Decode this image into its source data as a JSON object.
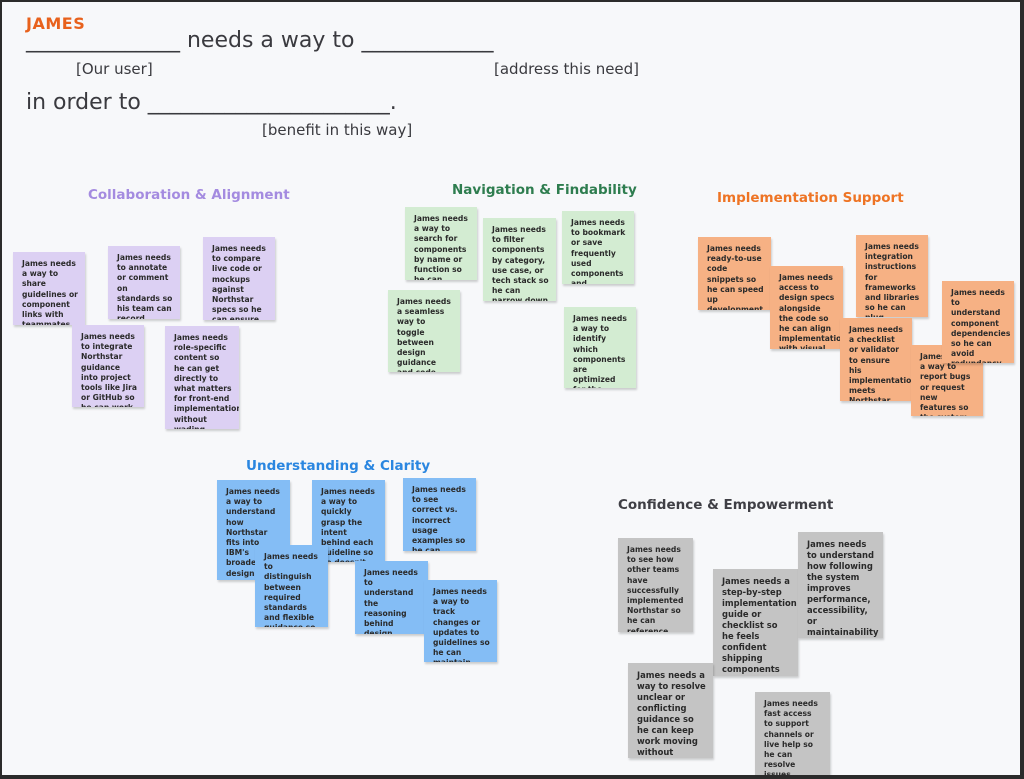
{
  "header": {
    "persona": "JAMES",
    "line1_blank1": "______________",
    "line1_middle": " needs a way to ",
    "line1_blank2": "____________",
    "hint_user": "[Our user]",
    "hint_need": "[address this need]",
    "line2_prefix": "in order to ",
    "line2_blank": "______________________.",
    "hint_benefit": "[benefit in this way]"
  },
  "colors": {
    "persona": "#e8611c",
    "collaboration": "#a48be0",
    "navigation": "#2e7d4f",
    "implementation": "#ee7424",
    "understanding": "#2a86e0",
    "confidence": "#3f3f45"
  },
  "clusters": {
    "collaboration": {
      "title": "Collaboration & Alignment",
      "notes": [
        "James needs a way to share guidelines or component links with teammates so everyone stays aligned.",
        "James needs to annotate or comment on standards so his team can record decisions and context.",
        "James needs to compare live code or mockups against Northstar specs so he can ensure cross-functional alignment.",
        "James needs to integrate Northstar guidance into project tools like Jira or GitHub so he can work more efficiently.",
        "James needs role-specific content so he can get directly to what matters for front-end implementation without wading through design-first material."
      ]
    },
    "navigation": {
      "title": "Navigation & Findability",
      "notes": [
        "James needs a way to search for components by name or function so he can locate what he needs without delay.",
        "James needs to filter components by category, use case, or tech stack so he can narrow down options efficiently.",
        "James needs to bookmark or save frequently used components and guidelines so he can return to them easily.",
        "James needs a seamless way to toggle between design guidance and code documentation so he can bridge both roles.",
        "James needs a way to identify which components are optimized for the platform he's building for (e.g., React, mobile) so he avoids compatibility issues"
      ]
    },
    "implementation": {
      "title": "Implementation Support",
      "notes": [
        "James needs ready-to-use code snippets so he can speed up development without writing from scratch.",
        "James needs access to design specs alongside the code so he can align implementation with visual intent.",
        "James needs integration instructions for frameworks and libraries so he can plug components into his existing stack.",
        "James needs a checklist or validator to ensure his implementation meets Northstar standards before release.",
        "James needs a way to report bugs or request new features so the system stays relevant and usable.",
        "James needs to understand component dependencies so he can avoid redundancy and technical conflicts."
      ]
    },
    "understanding": {
      "title": "Understanding & Clarity",
      "notes": [
        "James needs a way to understand how Northstar fits into IBM's broader design system so he can align his work with enterprise goals.",
        "James needs a way to quickly grasp the intent behind each guideline so he doesn't misinterpret the standards.",
        "James needs to see correct vs. incorrect usage examples so he can implement components accurately.",
        "James needs to distinguish between required standards and flexible guidance so he can prioritize tasks effectively.",
        "James needs to understand the reasoning behind design decisions so he can make informed technical choices.",
        "James needs a way to track changes or updates to guidelines so he can maintain consistency across versions."
      ]
    },
    "confidence": {
      "title": "Confidence & Empowerment",
      "notes": [
        "James needs to see how other teams have successfully implemented Northstar so he can reference proven approaches.",
        "James needs a step-by-step implementation guide or checklist so he feels confident shipping components that meet standards.",
        "James needs to understand how following the system improves performance, accessibility, or maintainability so he can advocate for it with others.",
        "James needs a way to resolve unclear or conflicting guidance so he can keep work moving without blockers.",
        "James needs fast access to support channels or live help so he can resolve issues without derailing sprint timelines."
      ]
    }
  }
}
